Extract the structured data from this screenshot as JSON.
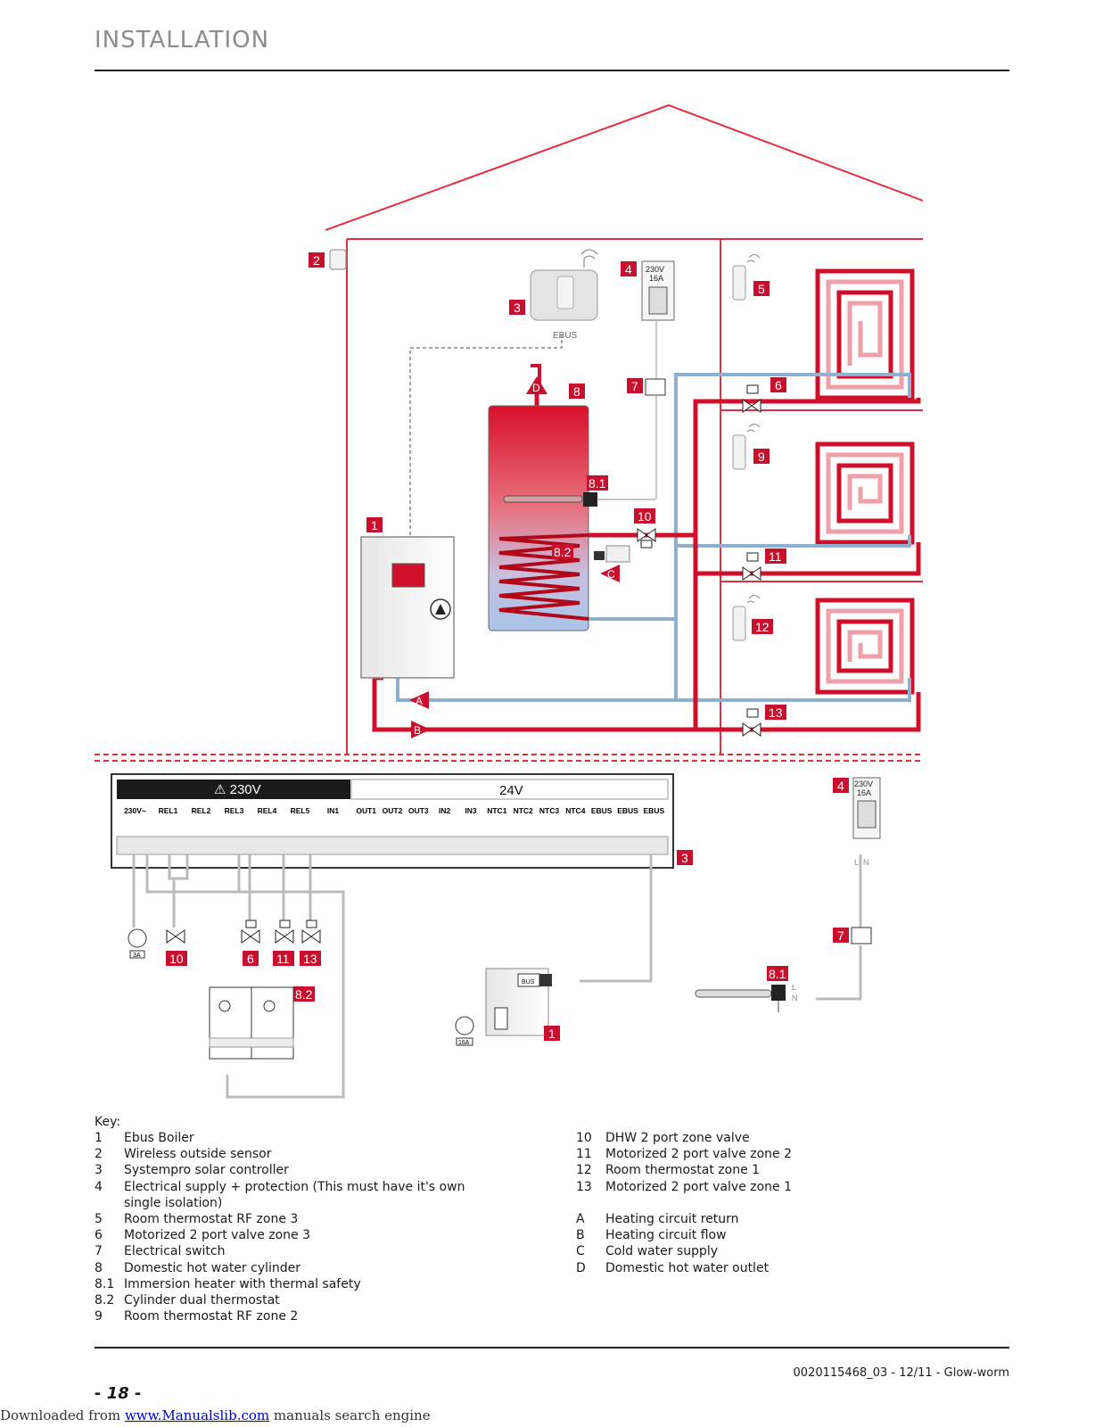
{
  "header": {
    "title": "INSTALLATION"
  },
  "diagram": {
    "supply_label_top": "230V",
    "supply_label_bottom": "16A",
    "ebus_label": "EBUS",
    "terminal_230_header": "⚠ 230V",
    "terminal_24_header": "24V",
    "terminals_230": [
      "230V~",
      "REL1",
      "REL2",
      "REL3",
      "REL4",
      "REL5",
      "IN1"
    ],
    "terminals_24": [
      "OUT1",
      "OUT2",
      "OUT3",
      "IN2",
      "IN3",
      "NTC1",
      "NTC2",
      "NTC3",
      "NTC4",
      "EBUS",
      "EBUS",
      "EBUS"
    ],
    "wire_L": "L",
    "wire_N": "N",
    "bus_label": "BUS",
    "fuse_3a": "3A",
    "fuse_16a": "16A",
    "markers": {
      "m1": "1",
      "m2": "2",
      "m3": "3",
      "m4": "4",
      "m5": "5",
      "m6": "6",
      "m7": "7",
      "m8": "8",
      "m8_1": "8.1",
      "m8_2": "8.2",
      "m9": "9",
      "m10": "10",
      "m11": "11",
      "m12": "12",
      "m13": "13",
      "mA": "A",
      "mB": "B",
      "mC": "C",
      "mD": "D"
    },
    "colors": {
      "flow_red": "#d0102a",
      "return_blue": "#8fb0cc",
      "marker_red": "#c8102e",
      "frame_red": "#e03040"
    }
  },
  "key": {
    "heading": "Key:",
    "left": [
      {
        "num": "1",
        "text": "Ebus Boiler"
      },
      {
        "num": "2",
        "text": "Wireless outside sensor"
      },
      {
        "num": "3",
        "text": "Systempro solar controller"
      },
      {
        "num": "4",
        "text": "Electrical supply + protection (This must have it's own single isolation)"
      },
      {
        "num": "5",
        "text": "Room thermostat RF zone 3"
      },
      {
        "num": "6",
        "text": "Motorized 2 port valve zone 3"
      },
      {
        "num": "7",
        "text": "Electrical switch"
      },
      {
        "num": "8",
        "text": "Domestic hot water cylinder"
      },
      {
        "num": "8.1",
        "text": "Immersion heater with thermal safety"
      },
      {
        "num": "8.2",
        "text": "Cylinder dual thermostat"
      },
      {
        "num": "9",
        "text": "Room thermostat RF zone 2"
      }
    ],
    "right_numbers": [
      {
        "num": "10",
        "text": "DHW 2 port zone valve"
      },
      {
        "num": "11",
        "text": "Motorized 2 port valve zone 2"
      },
      {
        "num": "12",
        "text": "Room thermostat zone 1"
      },
      {
        "num": "13",
        "text": "Motorized 2 port valve zone 1"
      }
    ],
    "right_letters": [
      {
        "num": "A",
        "text": "Heating circuit return"
      },
      {
        "num": "B",
        "text": "Heating circuit flow"
      },
      {
        "num": "C",
        "text": "Cold water supply"
      },
      {
        "num": "D",
        "text": "Domestic hot water outlet"
      }
    ]
  },
  "footer": {
    "doc_ref": "0020115468_03 - 12/11 - Glow-worm",
    "page_number": "- 18 -",
    "download_prefix": "Downloaded from",
    "download_link": "www.Manualslib.com",
    "download_suffix": "manuals search engine"
  }
}
